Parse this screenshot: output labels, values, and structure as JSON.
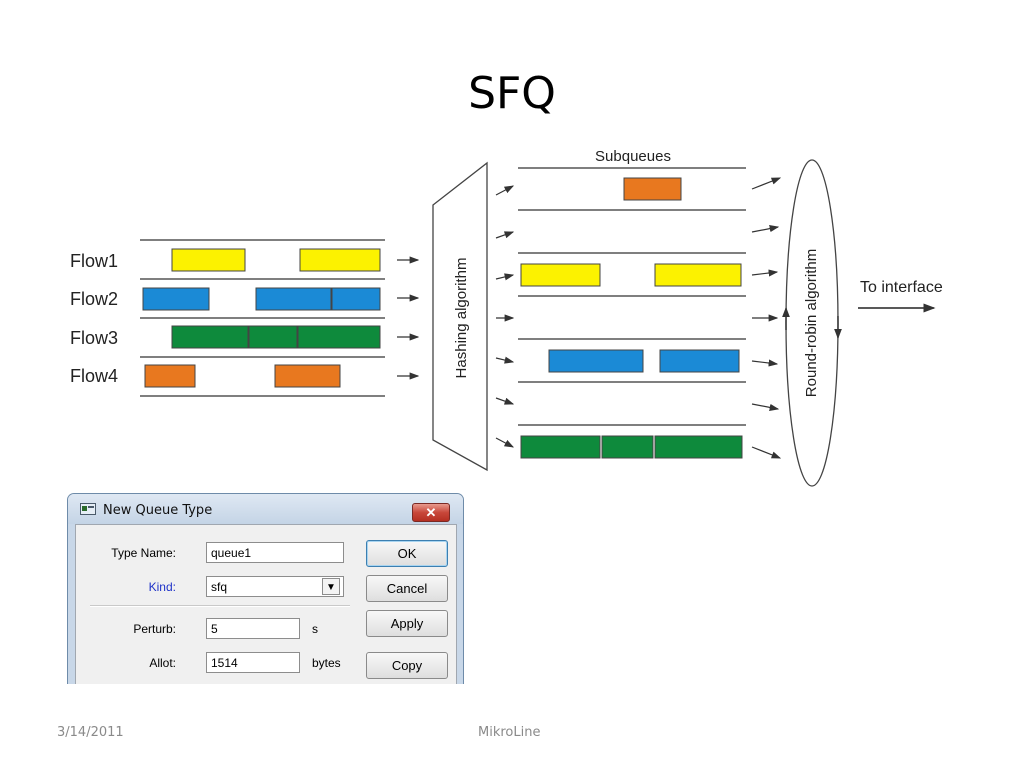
{
  "slide": {
    "title": "SFQ",
    "footer_date": "3/14/2011",
    "footer_org": "MikroLine"
  },
  "diagram": {
    "flow_labels": [
      "Flow1",
      "Flow2",
      "Flow3",
      "Flow4"
    ],
    "hashing_label": "Hashing algorithm",
    "subqueues_label": "Subqueues",
    "round_robin_label": "Round-robin algorithm",
    "to_interface_label": "To interface",
    "colors": {
      "yellow": "#fcf200",
      "blue": "#1b8ad6",
      "green": "#0e8a3c",
      "orange": "#e8781f",
      "line": "#555555"
    }
  },
  "dialog": {
    "title": "New Queue Type",
    "close_icon": "close-icon",
    "fields": {
      "type_name_label": "Type Name:",
      "type_name_value": "queue1",
      "kind_label": "Kind:",
      "kind_value": "sfq",
      "perturb_label": "Perturb:",
      "perturb_value": "5",
      "perturb_unit": "s",
      "allot_label": "Allot:",
      "allot_value": "1514",
      "allot_unit": "bytes"
    },
    "buttons": {
      "ok": "OK",
      "cancel": "Cancel",
      "apply": "Apply",
      "copy": "Copy"
    }
  }
}
